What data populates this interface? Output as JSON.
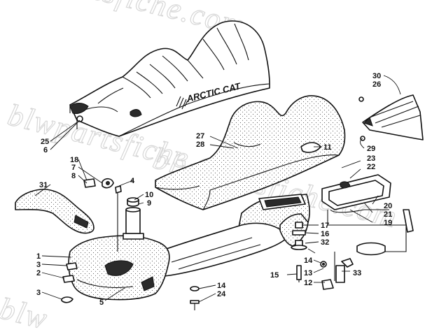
{
  "watermark": {
    "text_1": "blwpartsfiche.com",
    "text_2": "blwpartsfiche.com",
    "text_3": "blwpartsfiche.com",
    "text_4": "blw"
  },
  "brand_text": "ARCTIC CAT",
  "callouts": {
    "c1": "1",
    "c2": "2",
    "c3a": "3",
    "c3b": "3",
    "c4": "4",
    "c5": "5",
    "c6": "6",
    "c7": "7",
    "c8": "8",
    "c9": "9",
    "c10": "10",
    "c11": "11",
    "c12": "12",
    "c13": "13",
    "c14a": "14",
    "c14b": "14",
    "c15": "15",
    "c16": "16",
    "c17": "17",
    "c18": "18",
    "c19": "19",
    "c20": "20",
    "c21": "21",
    "c22": "22",
    "c23": "23",
    "c24": "24",
    "c25": "25",
    "c26": "26",
    "c27": "27",
    "c28": "28",
    "c29": "29",
    "c30": "30",
    "c31": "31",
    "c32": "32",
    "c33": "33"
  },
  "colors": {
    "line": "#111111",
    "watermark": "#d7d7d7",
    "background": "#ffffff"
  }
}
